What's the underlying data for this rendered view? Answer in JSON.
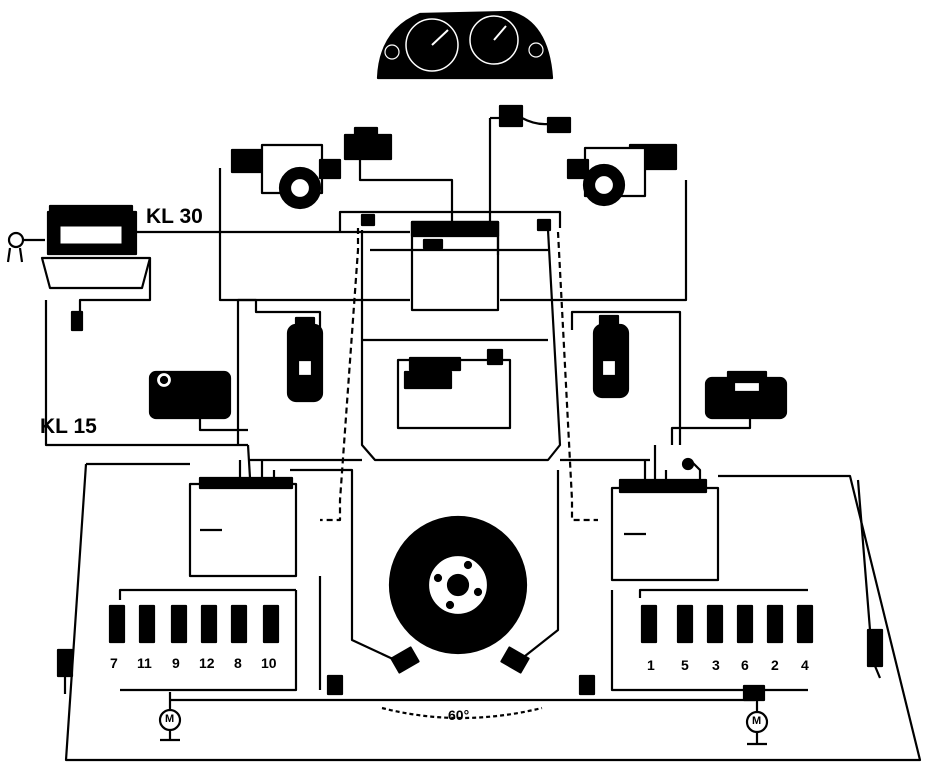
{
  "labels": {
    "kl30": "KL 30",
    "kl15": "KL 15",
    "angle": "60°"
  },
  "left_bank": [
    "7",
    "11",
    "9",
    "12",
    "8",
    "10"
  ],
  "right_bank": [
    "1",
    "5",
    "3",
    "6",
    "2",
    "4"
  ],
  "motor_symbol": "M",
  "colors": {
    "ink": "#000000",
    "paper": "#ffffff"
  }
}
